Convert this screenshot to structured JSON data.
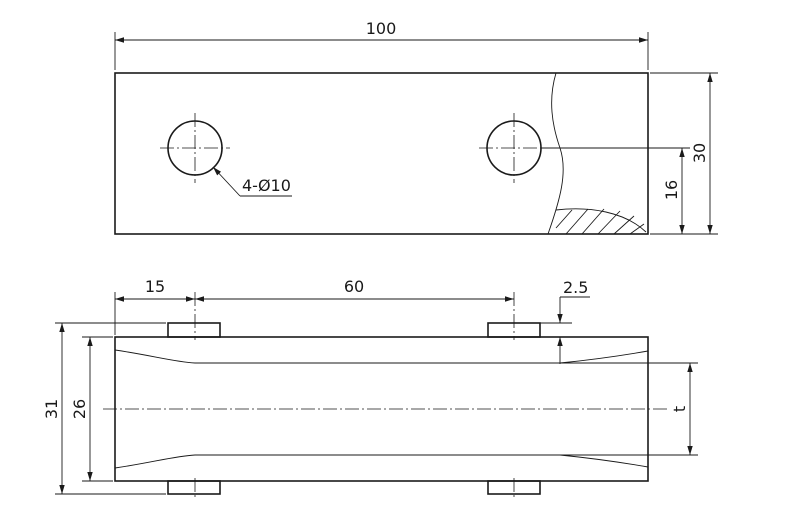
{
  "dimensions": {
    "length": "100",
    "height": "30",
    "hole_offset": "16",
    "holes": "4-Ø10",
    "edge_offset": "15",
    "hole_spacing": "60",
    "flange": "2.5",
    "overall_width": "31",
    "inner_width": "26",
    "thickness": "t"
  }
}
